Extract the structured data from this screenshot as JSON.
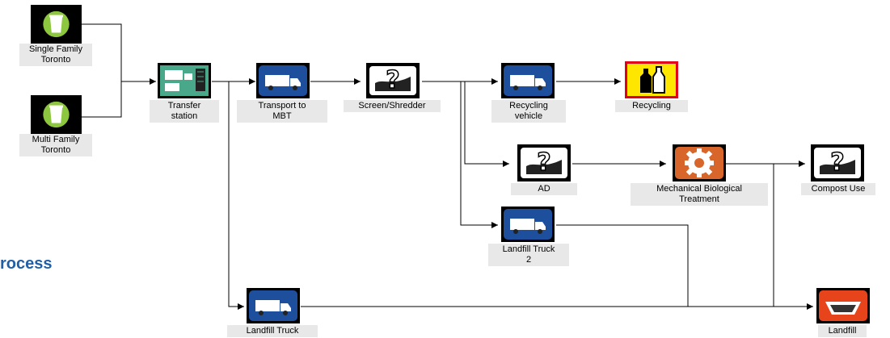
{
  "page": {
    "title_fragment": "rocess"
  },
  "nodes": {
    "single_family": {
      "label": "Single Family\nToronto",
      "icon": "bin-icon"
    },
    "multi_family": {
      "label": "Multi Family\nToronto",
      "icon": "bin-icon"
    },
    "transfer_station": {
      "label": "Transfer\nstation",
      "icon": "transfer-station-icon"
    },
    "transport_mbt": {
      "label": "Transport to\nMBT",
      "icon": "truck-icon"
    },
    "screen_shredder": {
      "label": "Screen/Shredder",
      "icon": "question-process-icon"
    },
    "recycling_vehicle": {
      "label": "Recycling\nvehicle",
      "icon": "truck-icon"
    },
    "recycling": {
      "label": "Recycling",
      "icon": "bottles-icon"
    },
    "ad": {
      "label": "AD",
      "icon": "question-process-icon"
    },
    "mbt": {
      "label": "Mechanical Biological\nTreatment",
      "icon": "gear-icon"
    },
    "compost_use": {
      "label": "Compost Use",
      "icon": "question-process-icon"
    },
    "landfill_truck_2": {
      "label": "Landfill Truck\n2",
      "icon": "truck-icon"
    },
    "landfill_truck": {
      "label": "Landfill Truck",
      "icon": "truck-icon"
    },
    "landfill": {
      "label": "Landfill",
      "icon": "landfill-icon"
    }
  },
  "colors": {
    "bin_green": "#8dc63f",
    "truck_blue": "#1e4f9c",
    "transfer_teal": "#4aa88a",
    "recycling_yellow": "#ffe600",
    "recycling_border": "#e0001b",
    "gear_orange": "#d8652a",
    "landfill_red": "#e8441c",
    "title_blue": "#1f5fa8"
  }
}
